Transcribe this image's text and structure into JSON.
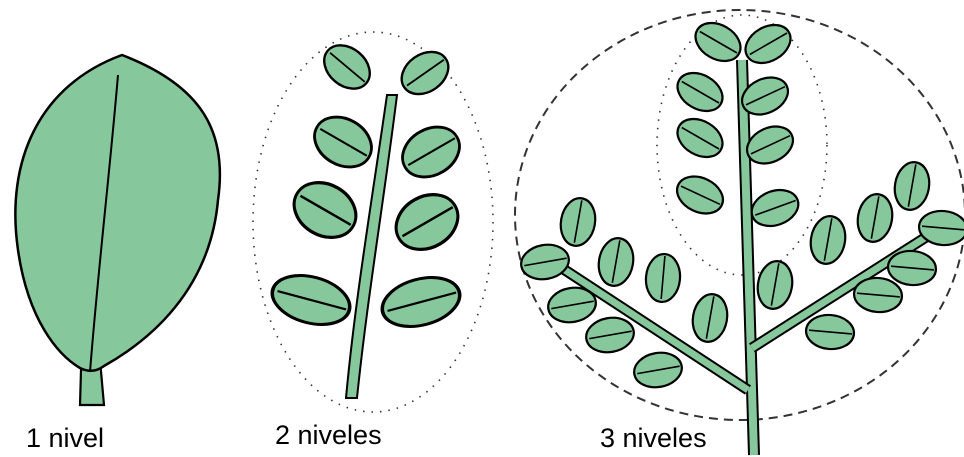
{
  "labels": {
    "level1": "1 nivel",
    "level2": "2 niveles",
    "level3": "3 niveles"
  },
  "colors": {
    "leaf_fill": "#86c79b",
    "outline": "#000000",
    "background": "#ffffff"
  }
}
